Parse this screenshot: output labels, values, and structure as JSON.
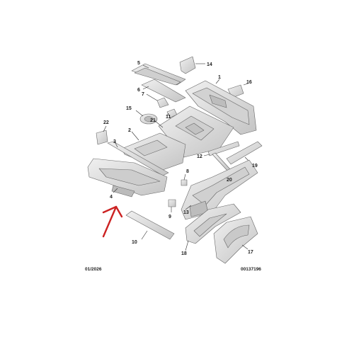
{
  "diagram": {
    "part_numbers": {
      "p1": "1",
      "p2": "2",
      "p3": "3",
      "p4": "4",
      "p5": "5",
      "p6": "6",
      "p7": "7",
      "p8": "8",
      "p9": "9",
      "p10": "10",
      "p11": "11",
      "p12": "12",
      "p13": "13",
      "p14": "14",
      "p15": "15",
      "p16": "16",
      "p17": "17",
      "p18": "18",
      "p19": "19",
      "p20": "20",
      "p21": "21",
      "p22": "22"
    },
    "footer_left": "01/2026",
    "footer_right": "00137196",
    "colors": {
      "part_fill": "#e6e6e6",
      "part_shade": "#c8c8c8",
      "annotation_arrow": "#cc2222"
    }
  }
}
